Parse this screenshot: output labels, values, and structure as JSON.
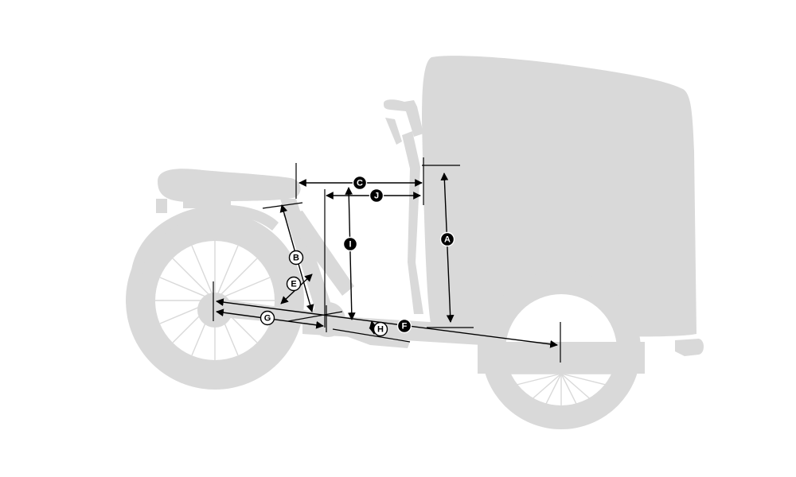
{
  "dimension_labels": {
    "A": "A",
    "B": "B",
    "C": "C",
    "E": "E",
    "F": "F",
    "G": "G",
    "H": "H",
    "I": "I",
    "J": "J"
  },
  "colors": {
    "silhouette": "#d9d9d9",
    "dimension_line": "#000000",
    "badge_fill": "#000000",
    "badge_text": "#ffffff",
    "background": "#ffffff"
  }
}
